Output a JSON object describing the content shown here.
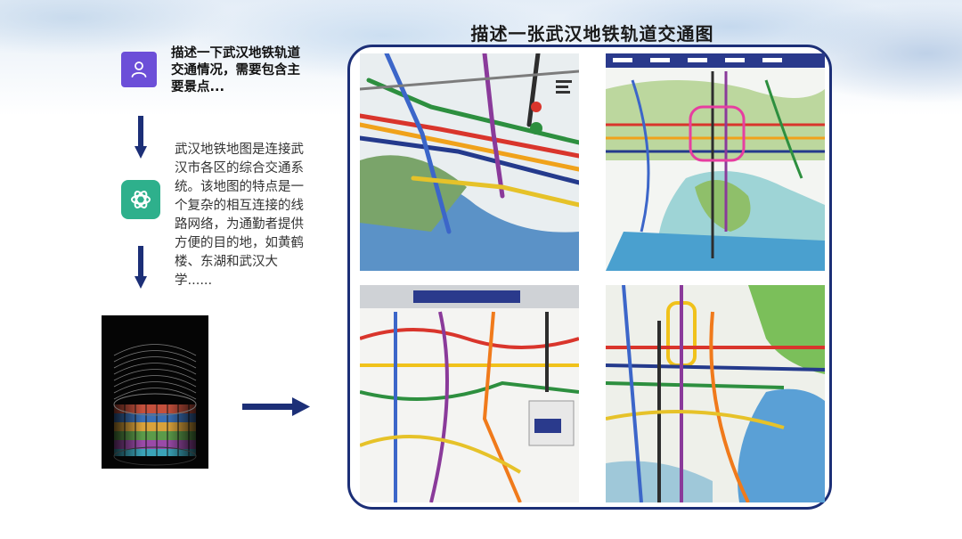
{
  "header": {
    "title": "描述一张武汉地铁轨道交通图"
  },
  "conversation": {
    "user_prompt": "描述一下武汉地铁轨道交通情况，需要包含主要景点...",
    "assistant_answer": "武汉地铁地图是连接武汉市各区的综合交通系统。该地图的特点是一个复杂的相互连接的线路网络，为通勤者提供方便的目的地，如黄鹤楼、东湖和武汉大学......"
  },
  "icons": {
    "user": "user-icon",
    "assistant": "openai-logo-icon",
    "arrow_down": "arrow-down-icon",
    "arrow_right": "arrow-right-icon"
  },
  "colors": {
    "user_icon_bg": "#6c4fd8",
    "assistant_icon_bg": "#2eb08c",
    "arrow": "#1c2f77",
    "frame_border": "#1c2f77"
  },
  "images": [
    {
      "name": "metro-map-1",
      "style": "river-perspective"
    },
    {
      "name": "metro-map-2",
      "style": "green-island"
    },
    {
      "name": "metro-map-3",
      "style": "station-board"
    },
    {
      "name": "metro-map-4",
      "style": "dense-grid"
    }
  ]
}
